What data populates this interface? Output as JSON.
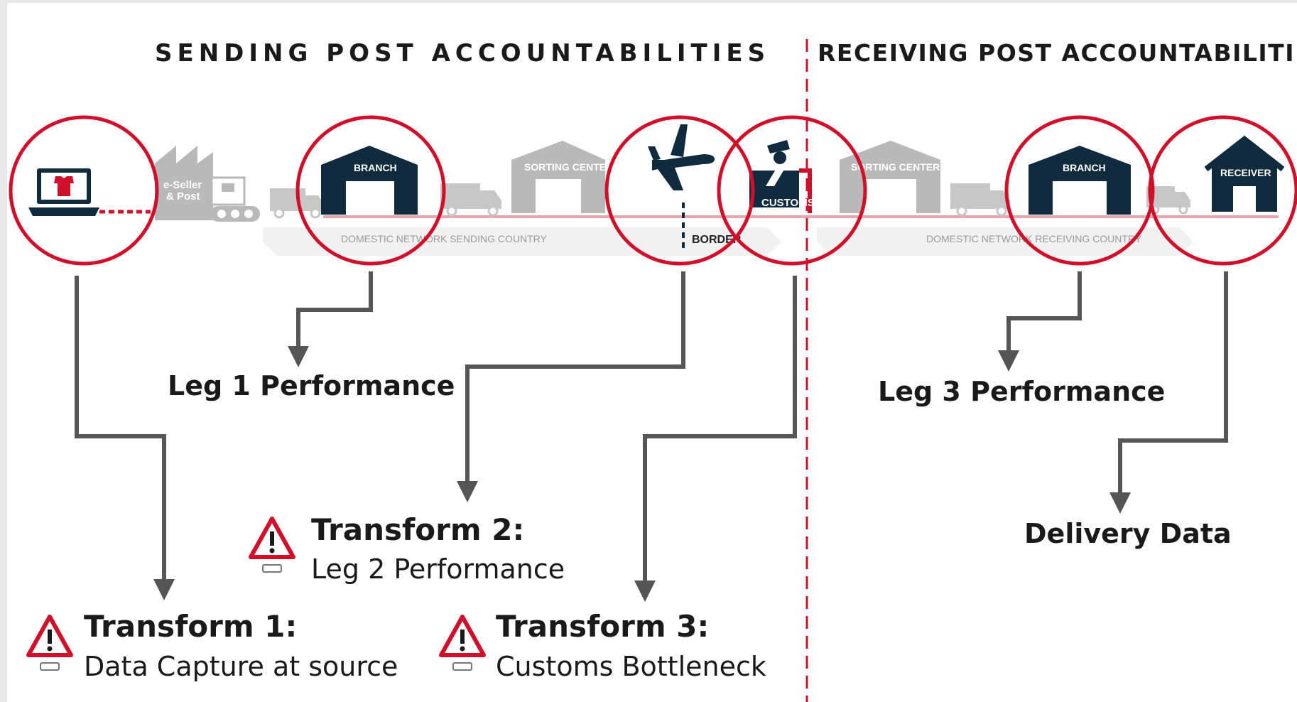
{
  "header": {
    "sending": "SENDING POST ACCOUNTABILITIES",
    "receiving": "RECEIVING POST ACCOUNTABILITIES"
  },
  "illustration": {
    "eseller_line1": "e-Seller",
    "eseller_line2": "& Post",
    "branch_sending": "BRANCH",
    "sorting_sending": "SORTING CENTER",
    "domestic_sending": "DOMESTIC NETWORK SENDING COUNTRY",
    "border": "BORDER",
    "customs": "CUSTOMS",
    "sorting_receiving": "SORTING CENTER",
    "domestic_receiving": "DOMESTIC NETWORK RECEIVING COUNTRY",
    "branch_receiving": "BRANCH",
    "receiver": "RECEIVER"
  },
  "labels": {
    "leg1": "Leg 1 Performance",
    "leg3": "Leg 3 Performance",
    "delivery": "Delivery Data"
  },
  "transforms": [
    {
      "title": "Transform 1:",
      "subtitle": "Data Capture at source",
      "icon": "warning-triangle-icon"
    },
    {
      "title": "Transform 2:",
      "subtitle": "Leg 2 Performance",
      "icon": "warning-triangle-icon"
    },
    {
      "title": "Transform 3:",
      "subtitle": "Customs Bottleneck",
      "icon": "warning-triangle-icon"
    }
  ],
  "colors": {
    "accent_red": "#d0102a",
    "navy": "#0f2b3d",
    "arrow_gray": "#555555",
    "illustration_gray": "#b9b9b9"
  }
}
